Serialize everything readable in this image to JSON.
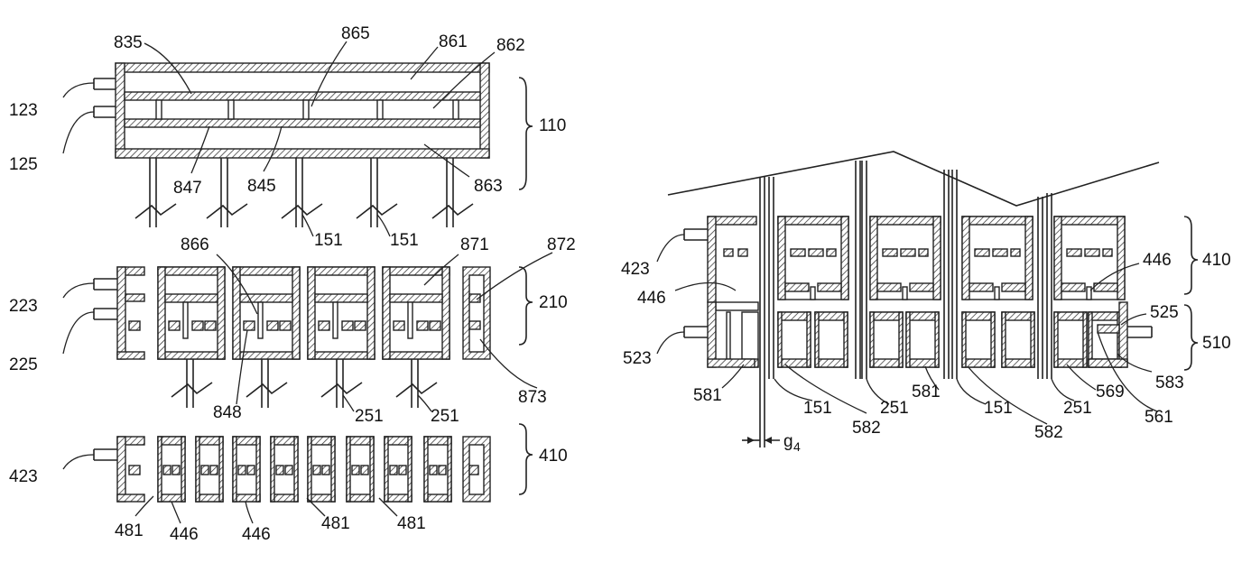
{
  "figure": {
    "background": "#ffffff",
    "line_color": "#222222",
    "left_top": {
      "ref_labels": {
        "l835": "835",
        "l865": "865",
        "l861": "861",
        "l862": "862",
        "l123": "123",
        "l125": "125",
        "l110": "110",
        "l847": "847",
        "l845": "845",
        "l863": "863",
        "l151a": "151",
        "l151b": "151"
      }
    },
    "left_middle": {
      "ref_labels": {
        "l866": "866",
        "l871": "871",
        "l872": "872",
        "l223": "223",
        "l225": "225",
        "l210": "210",
        "l848": "848",
        "l251a": "251",
        "l251b": "251",
        "l873": "873"
      }
    },
    "left_bottom": {
      "ref_labels": {
        "l423": "423",
        "l410": "410",
        "l481a": "481",
        "l446a": "446",
        "l446b": "446",
        "l481b": "481",
        "l481c": "481"
      }
    },
    "right": {
      "ref_labels": {
        "l423": "423",
        "l446a": "446",
        "l446b": "446",
        "l410": "410",
        "l525": "525",
        "l510": "510",
        "l523": "523",
        "l583": "583",
        "l581a": "581",
        "l151a": "151",
        "l582a": "582",
        "l251a": "251",
        "l581b": "581",
        "l151b": "151",
        "l582b": "582",
        "l251b": "251",
        "l569": "569",
        "l561": "561",
        "gap": "g",
        "gap_sub": "4"
      }
    }
  }
}
